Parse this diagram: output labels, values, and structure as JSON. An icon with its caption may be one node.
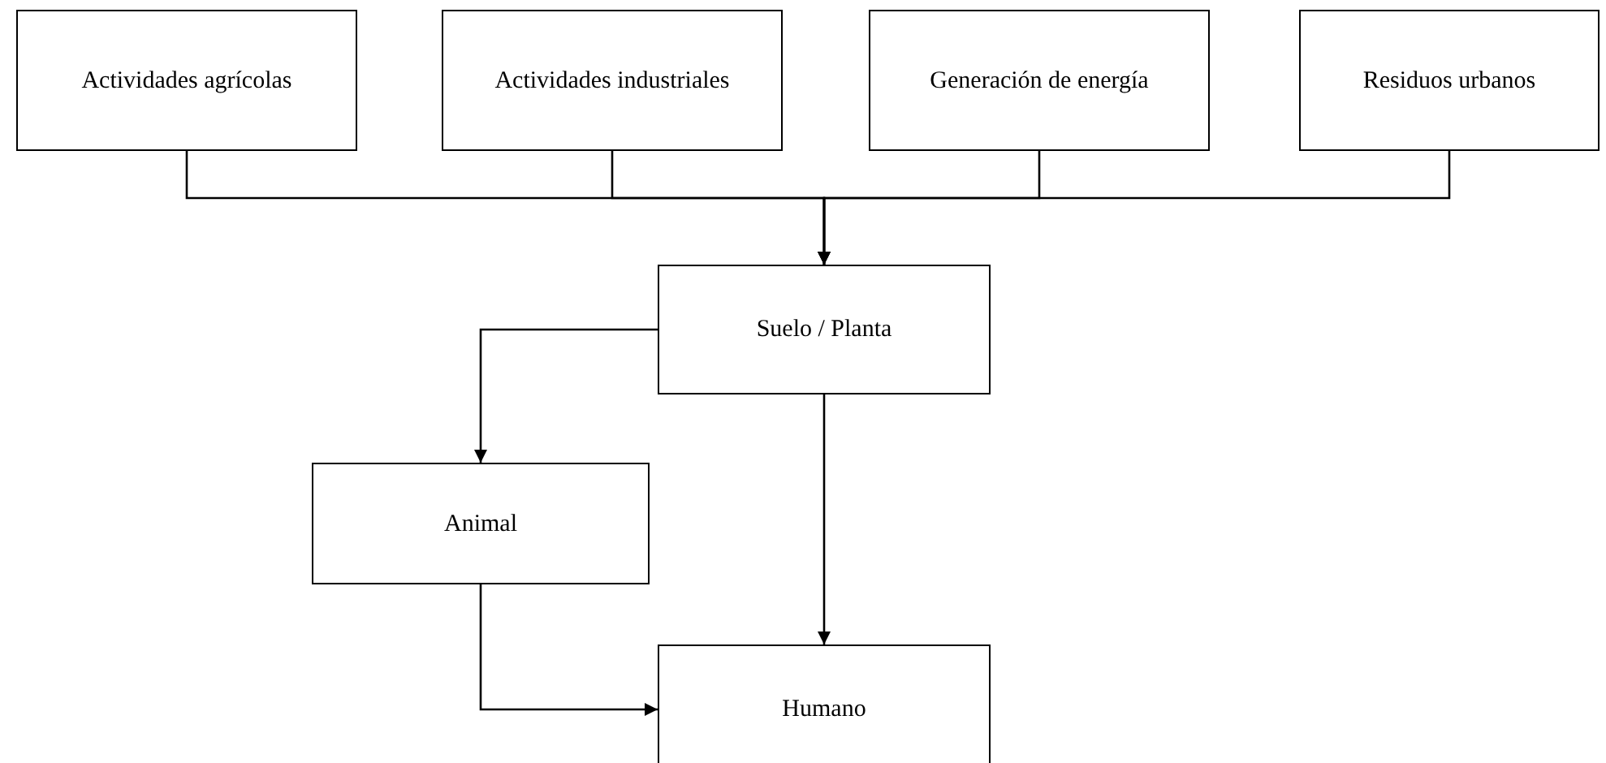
{
  "diagram": {
    "nodes": [
      {
        "text": [
          "Actividades agrícolas"
        ]
      },
      {
        "text": [
          "Actividades industriales"
        ]
      },
      {
        "text": [
          "Generación de energía"
        ]
      },
      {
        "text": [
          "Residuos urbanos"
        ]
      },
      {
        "text": [
          "Suelo / Planta"
        ]
      },
      {
        "text": [
          "Animal"
        ]
      },
      {
        "text": [
          "Humano"
        ]
      }
    ],
    "edges": [
      {
        "from": 0,
        "to": 4,
        "arrow": "to"
      },
      {
        "from": 1,
        "to": 4,
        "arrow": "to"
      },
      {
        "from": 2,
        "to": 4,
        "arrow": "to"
      },
      {
        "from": 3,
        "to": 4,
        "arrow": "to"
      },
      {
        "from": 4,
        "to": 5,
        "arrow": "to"
      },
      {
        "from": 4,
        "to": 6,
        "arrow": "to"
      },
      {
        "from": 5,
        "to": 6,
        "arrow": "to"
      }
    ]
  }
}
